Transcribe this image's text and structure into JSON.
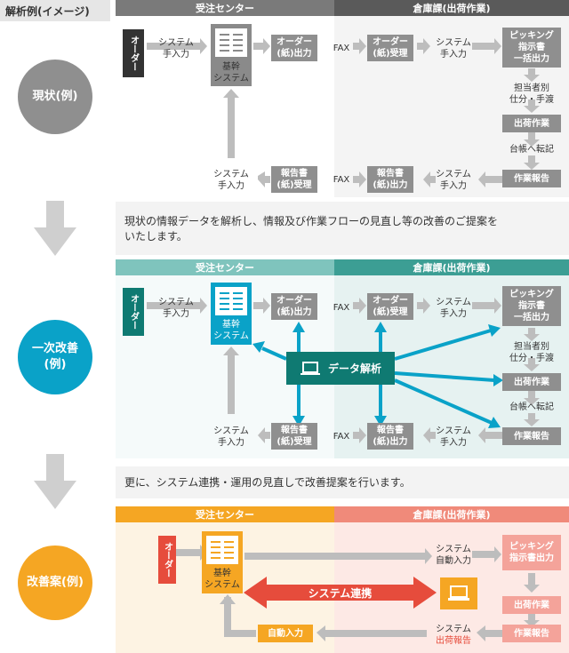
{
  "page_label": "解析例(イメージ)",
  "colors": {
    "gray_dark": "#6f6f6f",
    "gray_light": "#bdbdbd",
    "teal": "#0f7a72",
    "teal_light": "#7fc4bd",
    "blue": "#0aa2c8",
    "orange": "#f5a623",
    "salmon": "#f08a7a",
    "red": "#e64c3c"
  },
  "side_labels": {
    "current": "現状(例)",
    "first": "一次改善\n(例)",
    "proposal": "改善案(例)"
  },
  "descriptions": {
    "d1": "現状の情報データを解析し、情報及び作業フローの見直し等の改善のご提案を\nいたします。",
    "d2": "更に、システム連携・運用の見直しで改善提案を行います。"
  },
  "headers": {
    "center": "受注センター",
    "warehouse": "倉庫課(出荷作業)"
  },
  "labels": {
    "order": "オーダー",
    "sys_input": "システム\n手入力",
    "core": "基幹\nシステム",
    "order_out": "オーダー\n(紙)出力",
    "fax": "FAX",
    "order_recv": "オーダー\n(紙)受理",
    "picking": "ピッキング\n指示書\n一括出力",
    "staff": "担当者別\n仕分・手渡",
    "shipping": "出荷作業",
    "ledger": "台帳へ転記",
    "work_report": "作業報告",
    "report_out": "報告書\n(紙)出力",
    "report_recv": "報告書\n(紙)受理",
    "data_analysis": "データ解析",
    "sys_auto": "システム\n自動入力",
    "picking_out": "ピッキング\n指示書出力",
    "sys_link": "システム連携",
    "auto_input": "自動入力",
    "sys_report_a": "システム",
    "sys_report_b": "出荷報告"
  }
}
